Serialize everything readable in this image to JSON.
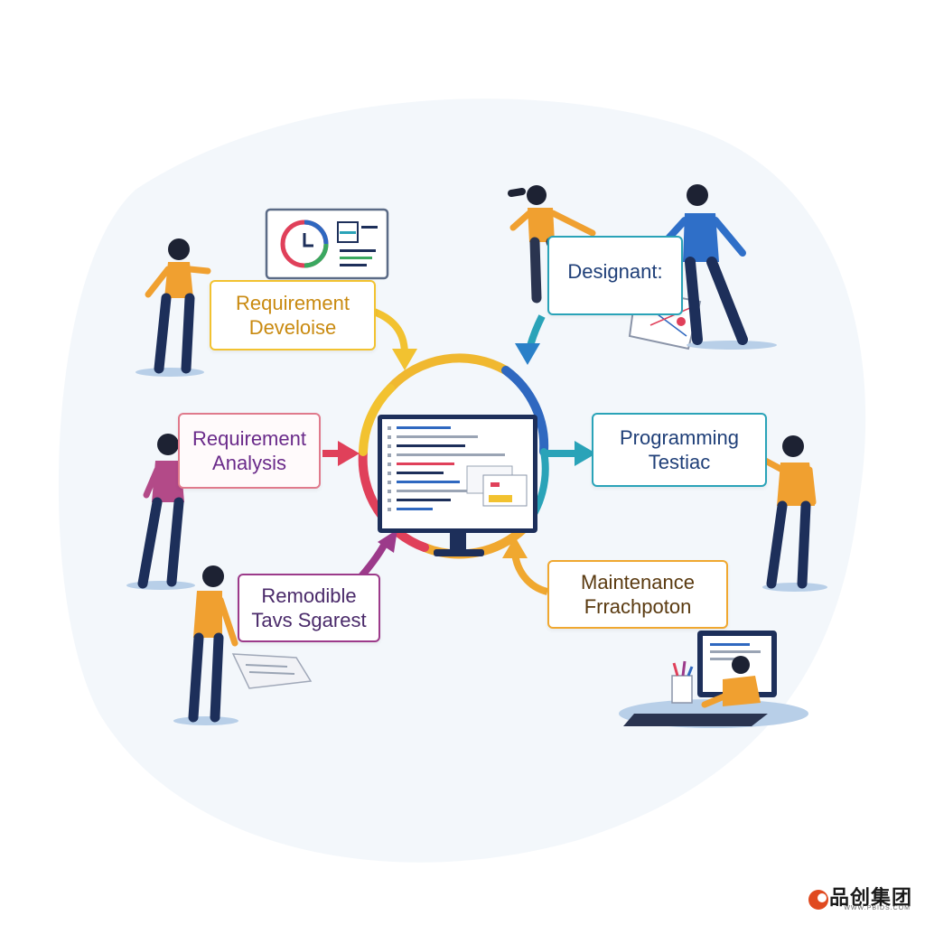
{
  "diagram": {
    "center": "monitor",
    "stages": {
      "requirement_develoise": {
        "line1": "Requirement",
        "line2": "Develoise"
      },
      "requirement_analysis": {
        "line1": "Requirement",
        "line2": "Analysis"
      },
      "remodible": {
        "line1": "Remodible",
        "line2": "Tavs Sgarest"
      },
      "designant": {
        "line1": "Designant:"
      },
      "programming": {
        "line1": "Programming",
        "line2": "Testiac"
      },
      "maintenance": {
        "line1": "Maintenance",
        "line2": "Frrachpoton"
      }
    }
  },
  "colors": {
    "yellow": "#f2c230",
    "orange": "#f0a830",
    "pink": "#e0405a",
    "purple": "#9c3a8a",
    "teal": "#2aa3b8",
    "navy": "#1f3f78",
    "blue": "#2f68c0"
  },
  "logo": {
    "name": "品创集团",
    "url": "WWW.PBIDS.COM"
  }
}
